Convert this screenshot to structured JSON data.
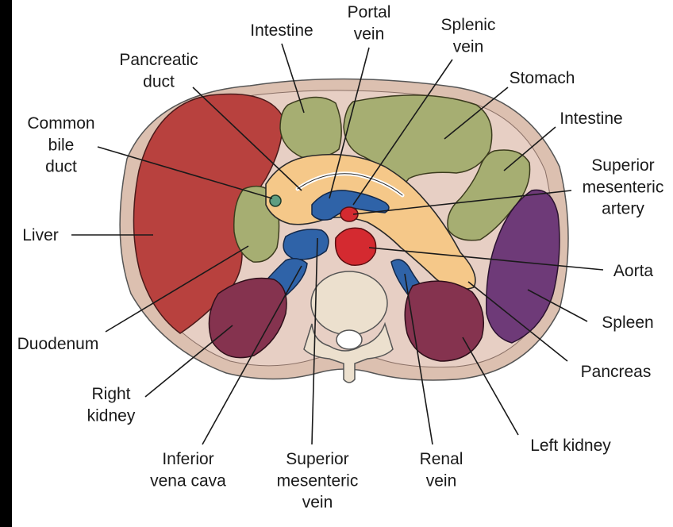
{
  "diagram": {
    "labels": {
      "intestine_top": "Intestine",
      "portal_vein": "Portal\nvein",
      "splenic_vein": "Splenic\nvein",
      "pancreatic_duct": "Pancreatic\nduct",
      "stomach": "Stomach",
      "common_bile_duct": "Common\nbile\nduct",
      "intestine_right": "Intestine",
      "superior_mesenteric_artery": "Superior\nmesenteric\nartery",
      "liver": "Liver",
      "aorta": "Aorta",
      "duodenum": "Duodenum",
      "spleen": "Spleen",
      "pancreas": "Pancreas",
      "right_kidney": "Right\nkidney",
      "left_kidney": "Left kidney",
      "inferior_vena_cava": "Inferior\nvena cava",
      "superior_mesenteric_vein": "Superior\nmesenteric\nvein",
      "renal_vein": "Renal\nvein"
    },
    "colors": {
      "background": "#000000",
      "page": "#ffffff",
      "body_wall": "#dcc0b0",
      "cavity": "#e7cfc4",
      "liver": "#b8413e",
      "intestine": "#a6ae72",
      "stomach": "#a6ae72",
      "pancreas": "#f5c889",
      "veins": "#2f63a8",
      "artery": "#d42a30",
      "kidney": "#85334f",
      "spleen": "#6e3a78",
      "vertebra": "#ece0ce",
      "bile": "#5f9e82"
    }
  }
}
